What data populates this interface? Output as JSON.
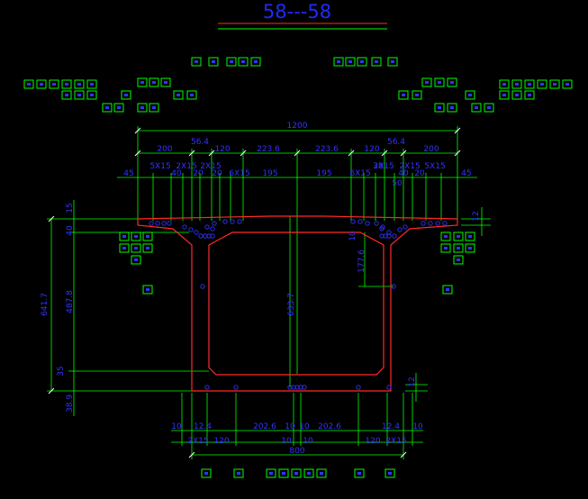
{
  "title": "58---58",
  "colors": {
    "background": "#000000",
    "green": "#00ff00",
    "blue": "#3333ff",
    "red": "#ff2a2a",
    "white": "#ffffff",
    "title": "#1f2bff"
  },
  "top_dims": {
    "overall": "1200",
    "row2": [
      "200",
      "56.4",
      "120",
      "223.6",
      "223.6",
      "120",
      "56.4",
      "200"
    ],
    "row3": [
      "45",
      "5X15",
      "2X15",
      "2X15",
      "6X15",
      "195",
      "195",
      "6X15",
      "2X15",
      "2X15",
      "5X15",
      "45"
    ],
    "small": [
      "40",
      "20",
      "20",
      "30",
      "50",
      "40",
      "20"
    ]
  },
  "left_dims": {
    "outer": "641.7",
    "inner": [
      "15",
      "40",
      "487.8",
      "35",
      "38.9"
    ]
  },
  "center_dims": {
    "height": "633.7",
    "haunch": "177.6",
    "side_small": "10"
  },
  "right_dims": {
    "top": "12",
    "bottom": "12"
  },
  "bottom_dims": {
    "row1": [
      "10",
      "12.4",
      "202.6",
      "10",
      "10",
      "202.6",
      "12.4",
      "10"
    ],
    "row2": [
      "2X15",
      "120",
      "10",
      "10",
      "120",
      "2X15"
    ],
    "overall": "800"
  }
}
